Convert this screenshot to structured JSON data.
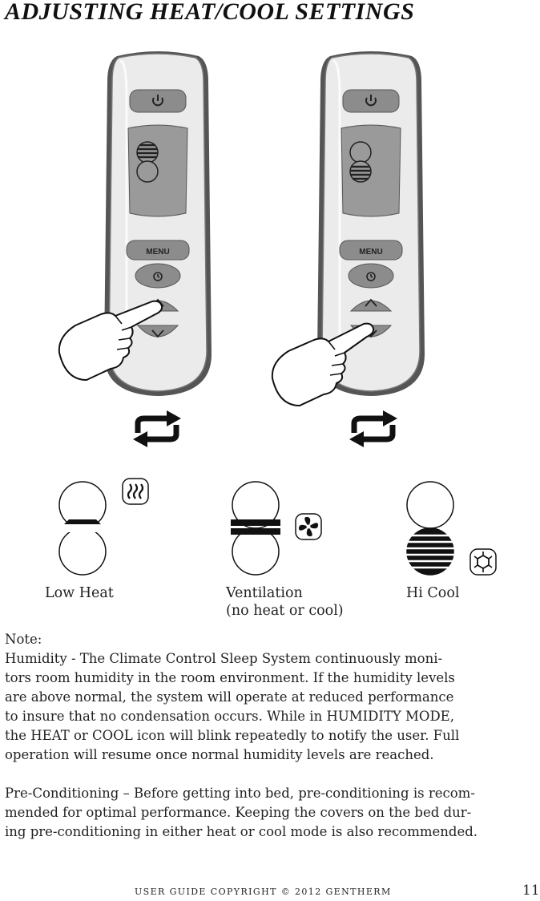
{
  "title": "ADJUSTING HEAT/COOL SETTINGS",
  "remote": {
    "menu_label": "MENU"
  },
  "modes": [
    {
      "label": "Low Heat",
      "icon": "heat-waves-icon"
    },
    {
      "label": "Ventilation",
      "sublabel": "(no heat or cool)",
      "icon": "fan-icon"
    },
    {
      "label": "Hi Cool",
      "icon": "snowflake-icon"
    }
  ],
  "note": {
    "heading": "Note:",
    "humidity_lines": [
      "Humidity - The Climate Control Sleep System continuously moni-",
      "tors room humidity in the room environment.  If the humidity levels",
      "are above normal, the system will operate at reduced performance",
      "to insure that no condensation occurs. While in HUMIDITY MODE,",
      "the HEAT or COOL icon will blink repeatedly to notify the user.  Full",
      "operation will resume once normal humidity levels are reached."
    ],
    "precond_lines": [
      "Pre-Conditioning – Before getting into bed, pre-conditioning is recom-",
      "mended for optimal performance.  Keeping the covers on the bed dur-",
      "ing pre-conditioning in either heat or cool mode is also recommended."
    ]
  },
  "footer": "USER GUIDE COPYRIGHT © 2012 GENTHERM",
  "page_number": "11",
  "colors": {
    "remote_body": "#e9e9e9",
    "screen": "#9a9a9a",
    "button": "#8a8a8a",
    "display_bar": "#222222"
  }
}
